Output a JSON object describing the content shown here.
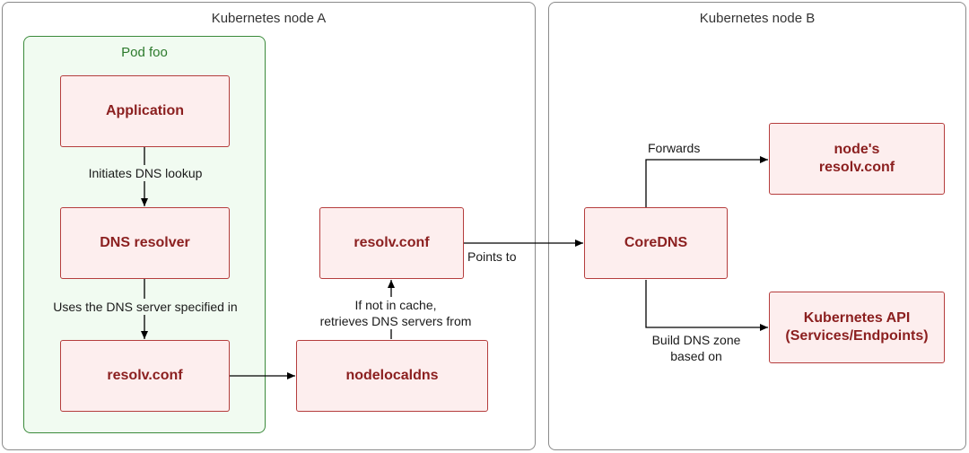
{
  "nodes": {
    "node_a": {
      "title": "Kubernetes node A"
    },
    "node_b": {
      "title": "Kubernetes node B"
    },
    "pod": {
      "title": "Pod foo"
    }
  },
  "boxes": {
    "application": "Application",
    "dns_resolver": "DNS resolver",
    "pod_resolv_conf": "resolv.conf",
    "nodelocaldns": "nodelocaldns",
    "node_resolv_conf": "resolv.conf",
    "coredns": "CoreDNS",
    "nodes_resolv_conf": "node's\nresolv.conf",
    "kubernetes_api": "Kubernetes API\n(Services/Endpoints)"
  },
  "edges": {
    "initiates": "Initiates DNS lookup",
    "uses_dns_server": "Uses the DNS server specified in",
    "if_not_in_cache": "If not in cache,\nretrieves DNS servers from",
    "points_to": "Points to",
    "forwards": "Forwards",
    "build_zone": "Build DNS zone\nbased on"
  },
  "colors": {
    "box_fill": "#fdeeee",
    "box_border": "#b53d3d",
    "box_text": "#8b1f1f",
    "pod_fill": "#f1fbf1",
    "pod_border": "#3b8a3b",
    "arrow": "#000000"
  }
}
